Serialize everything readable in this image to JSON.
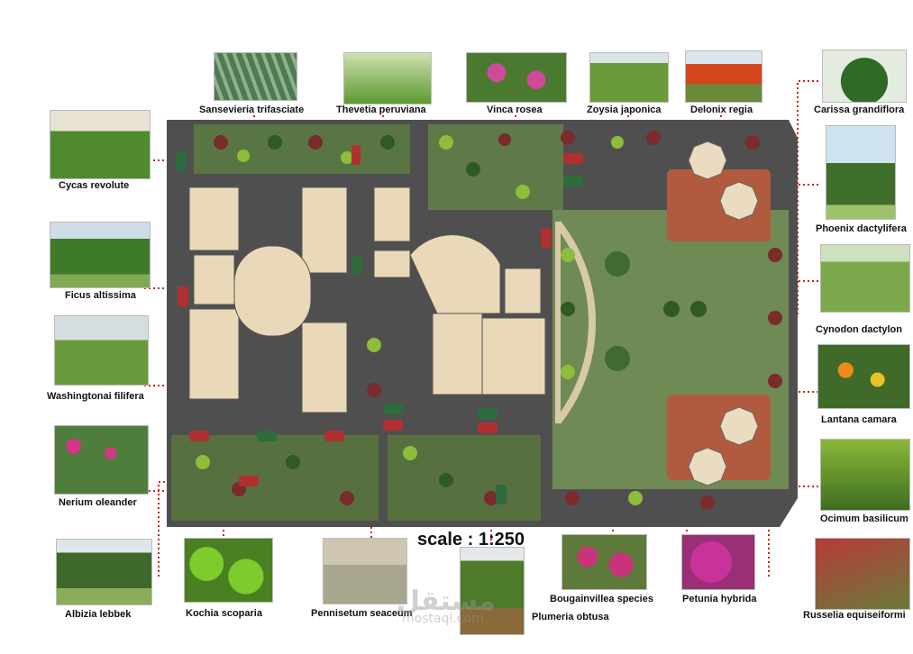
{
  "scale_label": "scale : 1:250",
  "watermark": {
    "arabic": "مستقل",
    "latin": "mostaql.com"
  },
  "plants": [
    {
      "key": "cycas",
      "name": "Cycas revolute",
      "icon": "cycas-palm-photo"
    },
    {
      "key": "ficus",
      "name": "Ficus altissima",
      "icon": "ficus-tree-photo"
    },
    {
      "key": "washingtonia",
      "name": "Washingtonai filifera",
      "icon": "washingtonia-palm-photo"
    },
    {
      "key": "nerium",
      "name": "Nerium oleander",
      "icon": "oleander-flower-photo"
    },
    {
      "key": "albizia",
      "name": "Albizia lebbek",
      "icon": "albizia-tree-photo"
    },
    {
      "key": "kochia",
      "name": "Kochia scoparia",
      "icon": "kochia-shrub-photo"
    },
    {
      "key": "pennisetum",
      "name": "Pennisetum seaceum",
      "icon": "grass-photo"
    },
    {
      "key": "plumeria",
      "name": "Plumeria obtusa",
      "icon": "plumeria-tree-photo"
    },
    {
      "key": "bougainvillea",
      "name": "Bougainvillea species",
      "icon": "bougainvillea-photo"
    },
    {
      "key": "petunia",
      "name": "Petunia hybrida",
      "icon": "petunia-photo"
    },
    {
      "key": "russelia",
      "name": "Russelia equiseiformi",
      "icon": "russelia-photo"
    },
    {
      "key": "ocimum",
      "name": "Ocimum basilicum",
      "icon": "basil-photo"
    },
    {
      "key": "lantana",
      "name": "Lantana camara",
      "icon": "lantana-photo"
    },
    {
      "key": "cynodon",
      "name": "Cynodon dactylon",
      "icon": "lawn-grass-photo"
    },
    {
      "key": "phoenix",
      "name": "Phoenix dactylifera",
      "icon": "date-palm-photo"
    },
    {
      "key": "carissa",
      "name": "Carissa grandiflora",
      "icon": "carissa-shrub-photo"
    },
    {
      "key": "delonix",
      "name": "Delonix regia",
      "icon": "flame-tree-photo"
    },
    {
      "key": "zoysia",
      "name": "Zoysia japonica",
      "icon": "zoysia-lawn-photo"
    },
    {
      "key": "vinca",
      "name": "Vinca rosea",
      "icon": "vinca-flower-photo"
    },
    {
      "key": "thevetia",
      "name": "Thevetia peruviana",
      "icon": "thevetia-shrub-photo"
    },
    {
      "key": "sansevieria",
      "name": "Sansevieria trifasciate",
      "icon": "sansevieria-photo"
    }
  ],
  "colors": {
    "leader_line": "#d12020",
    "paving": "#4f4f4f",
    "lawn": "#6f8a55",
    "building": "#ead9b8",
    "path": "#d8c9a8",
    "brick": "#b15a3e"
  }
}
